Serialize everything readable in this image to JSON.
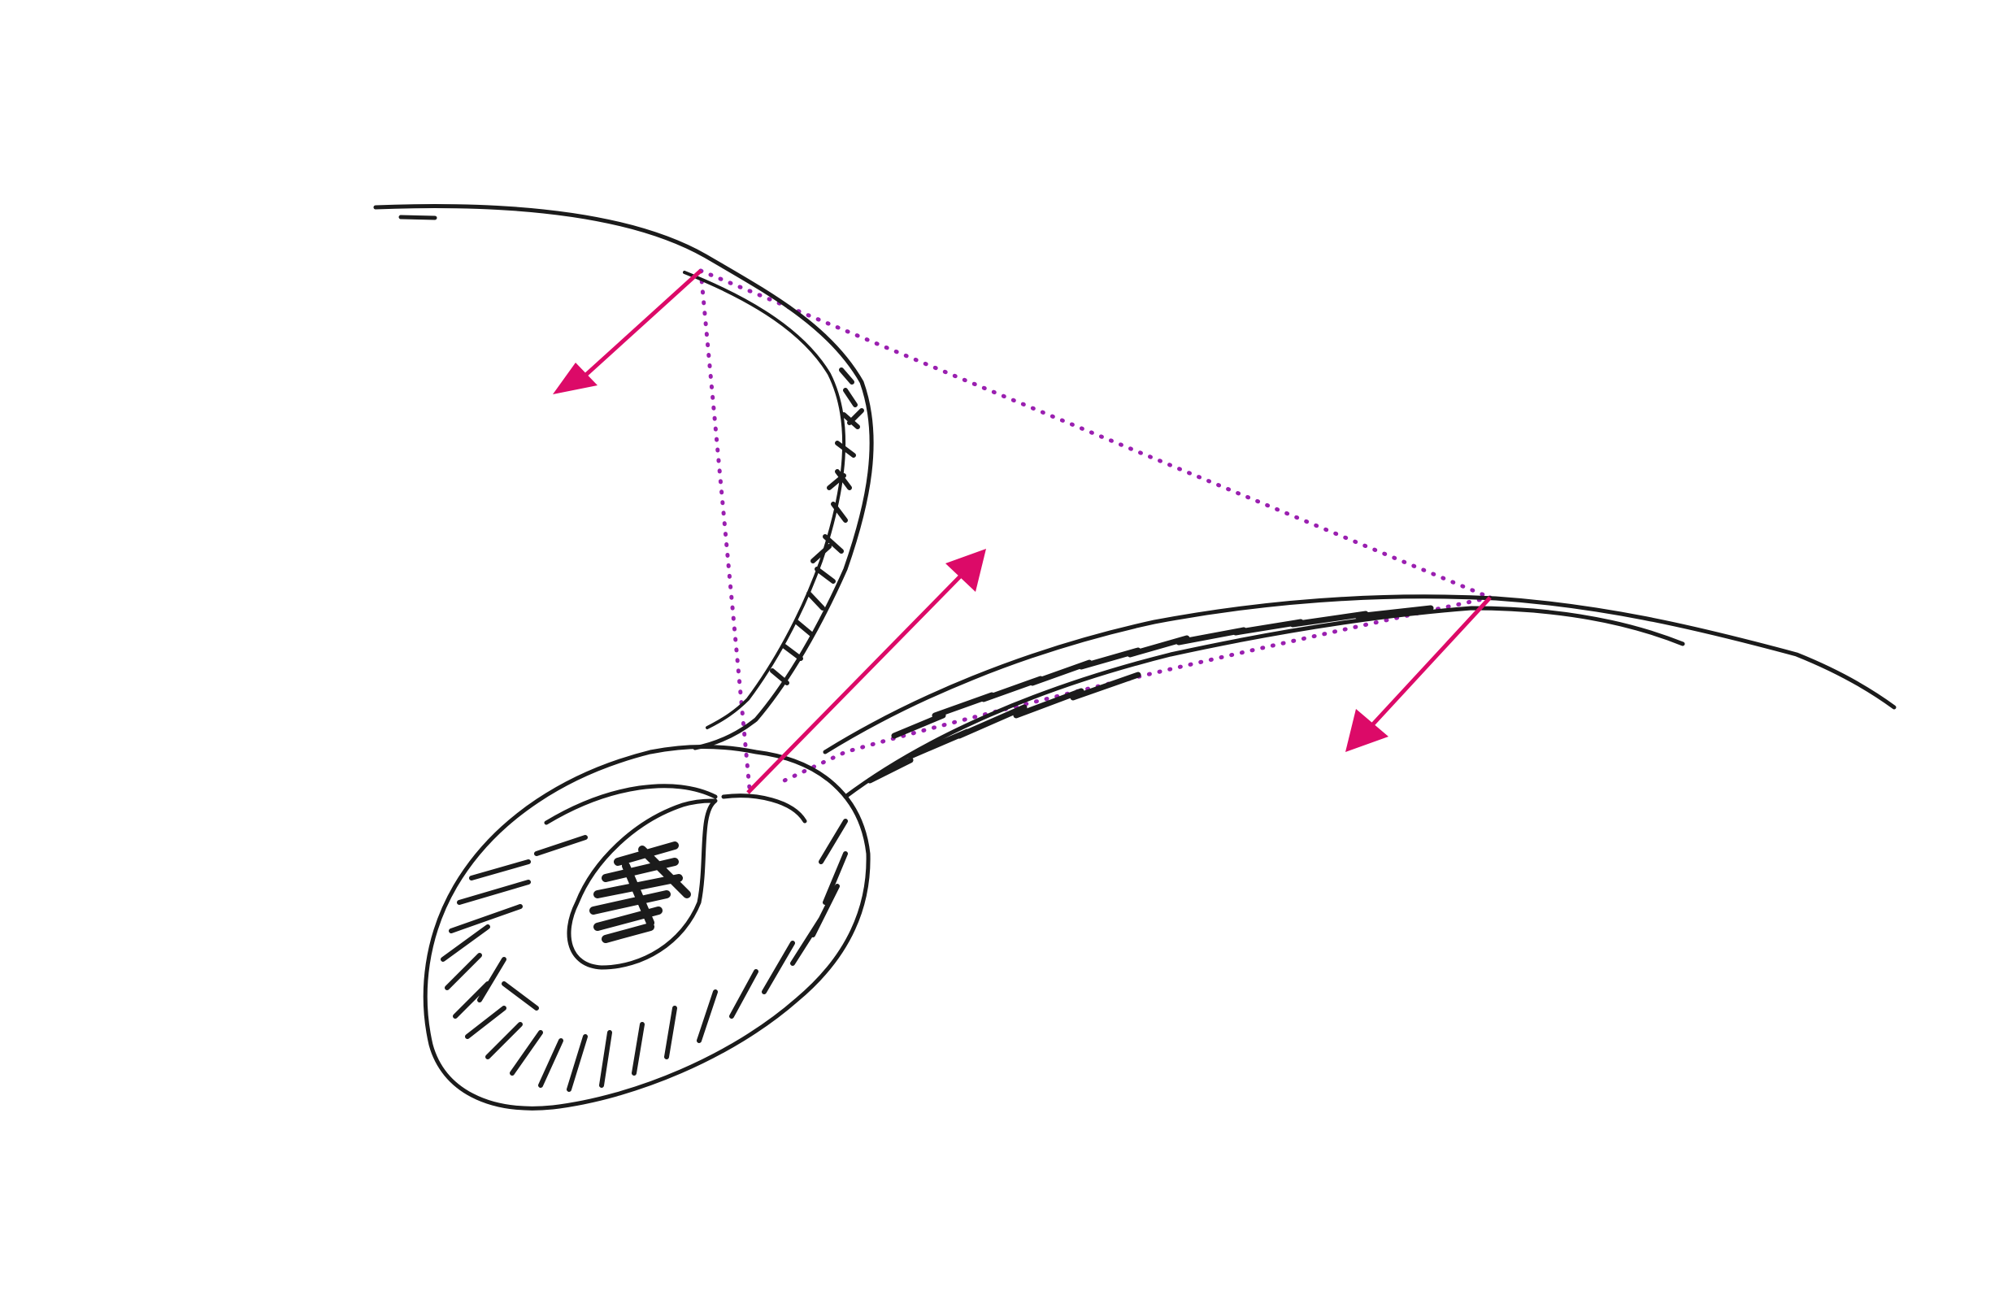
{
  "colors": {
    "background": "#ffffff",
    "ink": "#1b1b1b",
    "arrow": "#dc0a68",
    "guide": "#9a1fb0"
  },
  "elements": {
    "hair_strands": 3,
    "body": "oval-with-dark-center",
    "arrows": 3,
    "dotted_guides": "triangle-connecting-strand-tips"
  }
}
